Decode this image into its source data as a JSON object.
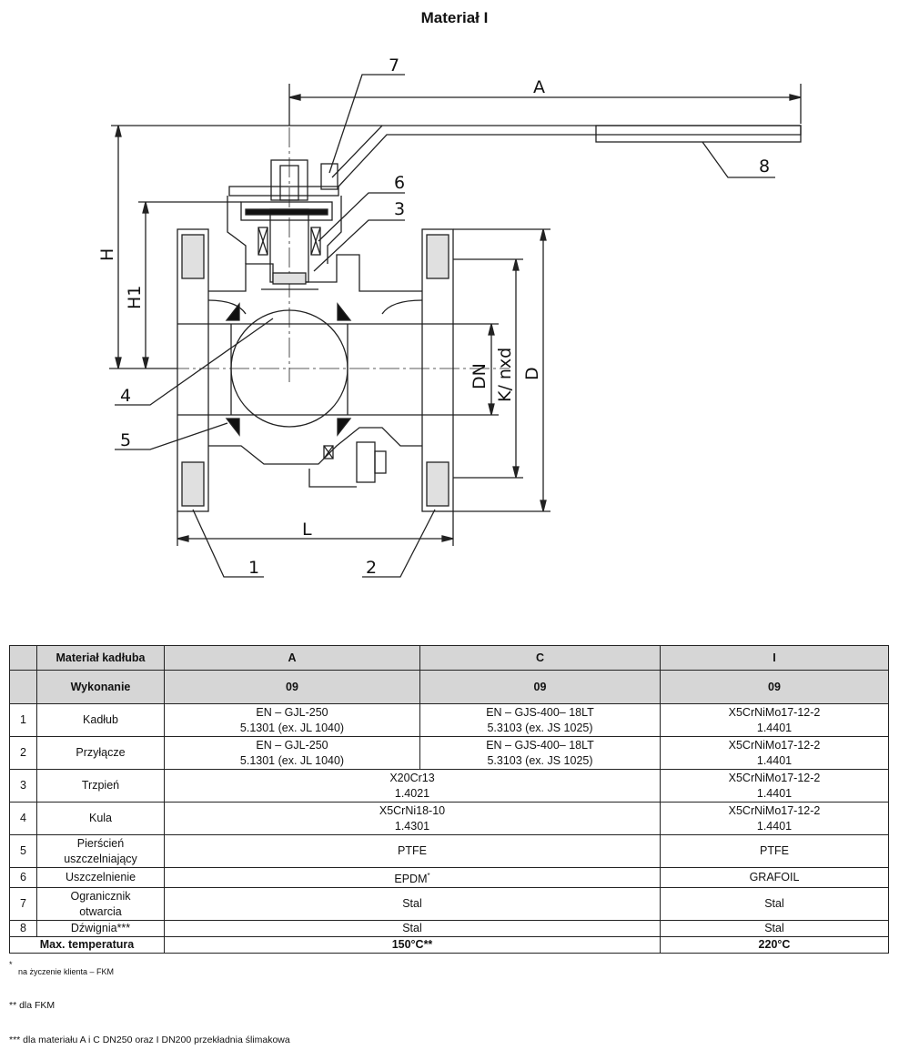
{
  "title": "Materiał I",
  "drawing_labels": {
    "n1": "1",
    "n2": "2",
    "n3": "3",
    "n4": "4",
    "n5": "5",
    "n6": "6",
    "n7": "7",
    "n8": "8",
    "A": "A",
    "H": "H",
    "H1": "H1",
    "DN": "DN",
    "K": "K/ nxd",
    "D": "D",
    "L": "L"
  },
  "table": {
    "header1": {
      "label": "Materiał kadłuba",
      "a": "A",
      "c": "C",
      "i": "I"
    },
    "header2": {
      "label": "Wykonanie",
      "a": "09",
      "c": "09",
      "i": "09"
    },
    "rows": [
      {
        "num": "1",
        "name": "Kadłub",
        "a1": "EN – GJL-250",
        "a2": "5.1301 (ex. JL 1040)",
        "c1": "EN – GJS-400– 18LT",
        "c2": "5.3103 (ex. JS 1025)",
        "i1": "X5CrNiMo17-12-2",
        "i2": "1.4401"
      },
      {
        "num": "2",
        "name": "Przyłącze",
        "a1": "EN – GJL-250",
        "a2": "5.1301 (ex. JL 1040)",
        "c1": "EN – GJS-400– 18LT",
        "c2": "5.3103 (ex. JS 1025)",
        "i1": "X5CrNiMo17-12-2",
        "i2": "1.4401"
      },
      {
        "num": "3",
        "name": "Trzpień",
        "ac1": "X20Cr13",
        "ac2": "1.4021",
        "i1": "X5CrNiMo17-12-2",
        "i2": "1.4401"
      },
      {
        "num": "4",
        "name": "Kula",
        "ac1": "X5CrNi18-10",
        "ac2": "1.4301",
        "i1": "X5CrNiMo17-12-2",
        "i2": "1.4401"
      },
      {
        "num": "5",
        "name1": "Pierścień",
        "name2": "uszczelniający",
        "ac": "PTFE",
        "i": "PTFE"
      },
      {
        "num": "6",
        "name": "Uszczelnienie",
        "ac": "EPDM",
        "ac_sup": "*",
        "i": "GRAFOIL"
      },
      {
        "num": "7",
        "name1": "Ogranicznik",
        "name2": "otwarcia",
        "ac": "Stal",
        "i": "Stal"
      },
      {
        "num": "8",
        "name": "Dźwignia***",
        "ac": "Stal",
        "i": "Stal"
      }
    ],
    "maxtemp": {
      "label": "Max. temperatura",
      "ac": "150°C**",
      "i": "220°C"
    }
  },
  "notes": {
    "n1_mark": "*",
    "n1_text": "na życzenie klienta – FKM",
    "n2": "** dla FKM",
    "n3": "*** dla materiału A i C DN250 oraz I DN200 przekładnia ślimakowa"
  }
}
